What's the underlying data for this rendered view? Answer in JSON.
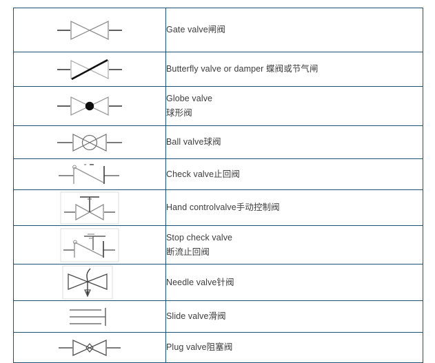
{
  "document": {
    "type": "valve-symbols-reference-table",
    "columns": 2,
    "row_count": 10
  },
  "style": {
    "border_color": "#1b5070",
    "text_color": "#3c3c3c",
    "symbol_line_color": "#8d8d8d",
    "symbol_accent_color": "#1a1a1a",
    "symbol_box_color": "#d9d9d9",
    "background": "#ffffff"
  },
  "rows": [
    {
      "symbol": "gate-valve-symbol",
      "symbol_desc": "bowtie with horizontal pipe stubs",
      "lines": [
        "Gate valve闸阀"
      ],
      "height": 64
    },
    {
      "symbol": "butterfly-valve-symbol",
      "symbol_desc": "bowtie with thick diagonal disc line",
      "lines": [
        "Butterfly valve or damper 蝶阀或节气闸"
      ],
      "height": 50
    },
    {
      "symbol": "globe-valve-symbol",
      "symbol_desc": "bowtie with filled centre circle",
      "lines": [
        "Globe valve",
        "球形阀"
      ],
      "height": 57
    },
    {
      "symbol": "ball-valve-symbol",
      "symbol_desc": "bowtie with open centre circle",
      "lines": [
        "Ball valve球阀"
      ],
      "height": 48
    },
    {
      "symbol": "check-valve-symbol",
      "symbol_desc": "hinged flapper with seat line",
      "lines": [
        "Check valve止回阀"
      ],
      "height": 45
    },
    {
      "symbol": "hand-control-valve-symbol",
      "symbol_desc": "bowtie with stem and handwheel bar in box",
      "lines": [
        "Hand controlvalve手动控制阀"
      ],
      "height": 52
    },
    {
      "symbol": "stop-check-valve-symbol",
      "symbol_desc": "check valve with stem and handle in box",
      "lines": [
        "Stop check valve",
        "断流止回阀"
      ],
      "height": 56
    },
    {
      "symbol": "needle-valve-symbol",
      "symbol_desc": "bowtie with curved needle and arrow in box",
      "lines": [
        "Needle valve针阀"
      ],
      "height": 52
    },
    {
      "symbol": "slide-valve-symbol",
      "symbol_desc": "three horizontal lines with vertical gate bar",
      "lines": [
        "Slide valve滑阀"
      ],
      "height": 46
    },
    {
      "symbol": "plug-valve-symbol",
      "symbol_desc": "bowtie with centre diamond plug",
      "lines": [
        "Plug valve阻塞阀"
      ],
      "height": 44
    }
  ]
}
